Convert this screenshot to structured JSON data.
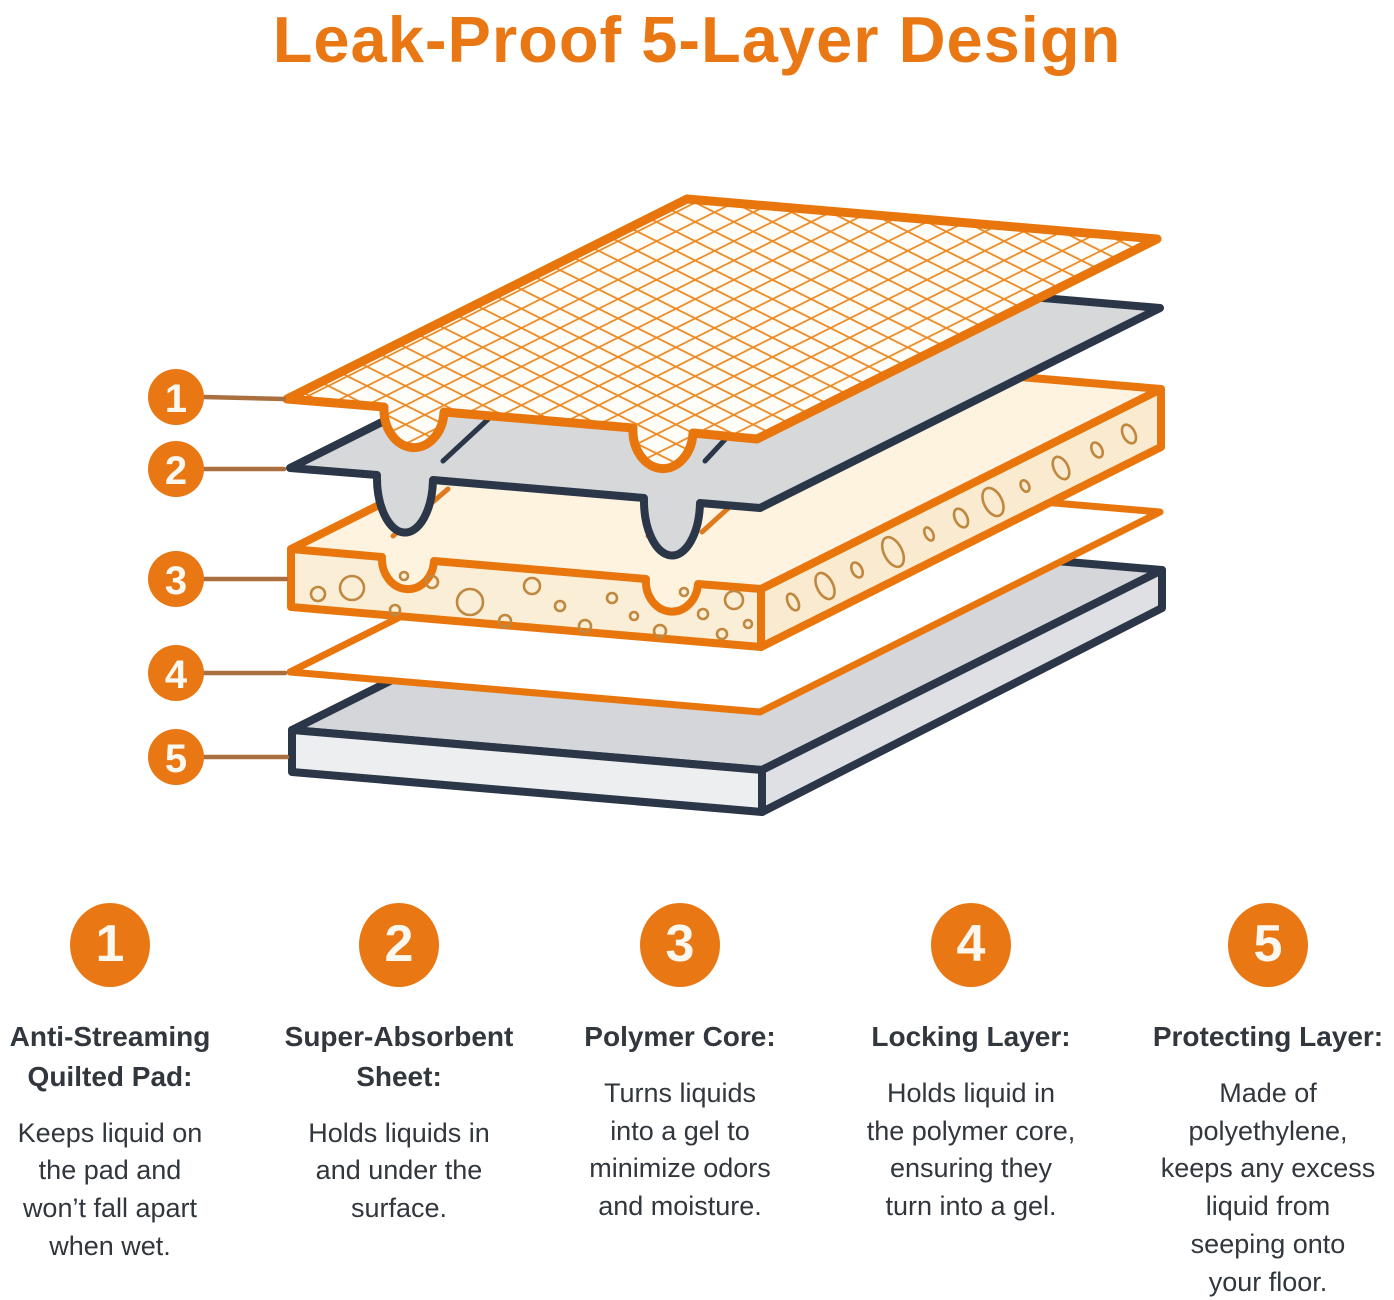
{
  "title": "Leak-Proof 5-Layer Design",
  "colors": {
    "accent_orange": "#E87714",
    "mesh_line_orange": "#EC8A24",
    "connector_brown": "#A96F3F",
    "outline_navy": "#2B3648",
    "sheet_gray": "#D6D8DA",
    "core_cream": "#FBEED6",
    "bubble_brown": "#C0873F",
    "text_dark": "#31373D"
  },
  "diagram": {
    "callouts": [
      "1",
      "2",
      "3",
      "4",
      "5"
    ]
  },
  "features": [
    {
      "number": "1",
      "title": "Anti-Streaming\nQuilted Pad:",
      "description": "Keeps liquid on\nthe pad and\nwon’t fall apart\nwhen wet."
    },
    {
      "number": "2",
      "title": "Super-Absorbent\nSheet:",
      "description": "Holds liquids in\nand under the\nsurface."
    },
    {
      "number": "3",
      "title": "Polymer Core:",
      "description": "Turns liquids\ninto a gel to\nminimize odors\nand moisture."
    },
    {
      "number": "4",
      "title": "Locking Layer:",
      "description": "Holds liquid in\nthe polymer core,\nensuring they\nturn into a gel."
    },
    {
      "number": "5",
      "title": "Protecting Layer:",
      "description": "Made of\npolyethylene,\nkeeps any excess\nliquid from\nseeping onto\nyour floor."
    }
  ]
}
